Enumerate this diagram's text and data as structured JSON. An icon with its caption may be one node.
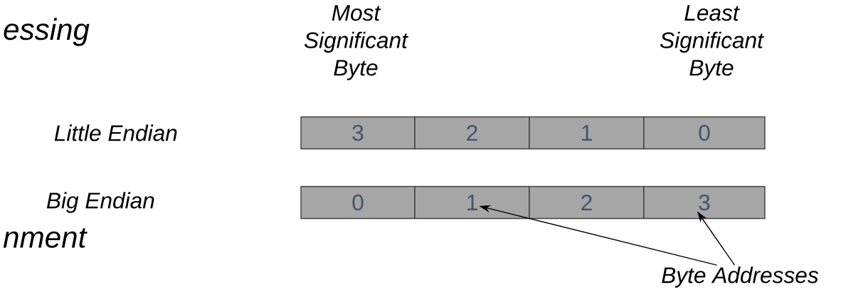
{
  "diagram": {
    "nodes": [
      {
        "text": [
          "3"
        ]
      },
      {
        "text": [
          "2"
        ]
      },
      {
        "text": [
          "1"
        ]
      },
      {
        "text": [
          "0"
        ]
      },
      {
        "text": [
          "0"
        ]
      },
      {
        "text": [
          "1"
        ]
      },
      {
        "text": [
          "2"
        ]
      },
      {
        "text": [
          "3"
        ]
      },
      {
        "text": [
          "Byte Addresses"
        ]
      }
    ],
    "edges": [
      {
        "from": 8,
        "to": 5,
        "arrow": "to"
      },
      {
        "from": 8,
        "to": 7,
        "arrow": "to"
      }
    ],
    "labels": [
      "essing",
      "Most Significant Byte",
      "Least Significant Byte",
      "Little Endian",
      "Big Endian",
      "nment"
    ]
  }
}
